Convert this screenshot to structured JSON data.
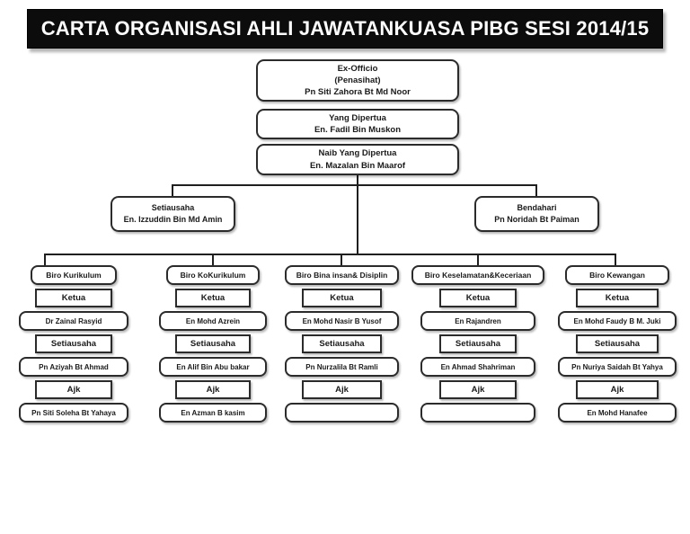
{
  "title": "CARTA ORGANISASI AHLI JAWATANKUASA PIBG SESI 2014/15",
  "top_chain": [
    {
      "role": "Ex-Officio",
      "subrole": "(Penasihat)",
      "name": "Pn Siti Zahora Bt Md Noor"
    },
    {
      "role": "Yang Dipertua",
      "name": "En. Fadil Bin Muskon"
    },
    {
      "role": "Naib Yang Dipertua",
      "name": "En. Mazalan Bin Maarof"
    }
  ],
  "officers": [
    {
      "role": "Setiausaha",
      "name": "En. Izzuddin Bin Md Amin"
    },
    {
      "role": "Bendahari",
      "name": "Pn Noridah Bt Paiman"
    }
  ],
  "role_labels": {
    "ketua": "Ketua",
    "setiausaha": "Setiausaha",
    "ajk": "Ajk"
  },
  "biros": [
    {
      "title": "Biro Kurikulum",
      "ketua": "Dr Zainal Rasyid",
      "setiausaha": "Pn Aziyah Bt Ahmad",
      "ajk": "Pn Siti Soleha Bt Yahaya"
    },
    {
      "title": "Biro KoKurikulum",
      "ketua": "En Mohd Azrein",
      "setiausaha": "En Alif Bin Abu bakar",
      "ajk": "En Azman B kasim"
    },
    {
      "title": "Biro Bina insan& Disiplin",
      "ketua": "En Mohd Nasir B Yusof",
      "setiausaha": "Pn Nurzalila Bt Ramli",
      "ajk": ""
    },
    {
      "title": "Biro Keselamatan&Keceriaan",
      "ketua": "En Rajandren",
      "setiausaha": "En Ahmad Shahriman",
      "ajk": ""
    },
    {
      "title": "Biro Kewangan",
      "ketua": "En Mohd Faudy B M. Juki",
      "setiausaha": "Pn Nuriya Saidah Bt Yahya",
      "ajk": "En Mohd Hanafee"
    }
  ],
  "colors": {
    "title_bg": "#0c0c0c",
    "title_text": "#ffffff",
    "box_border": "#2b2b2b",
    "line": "#1f1f1f"
  }
}
